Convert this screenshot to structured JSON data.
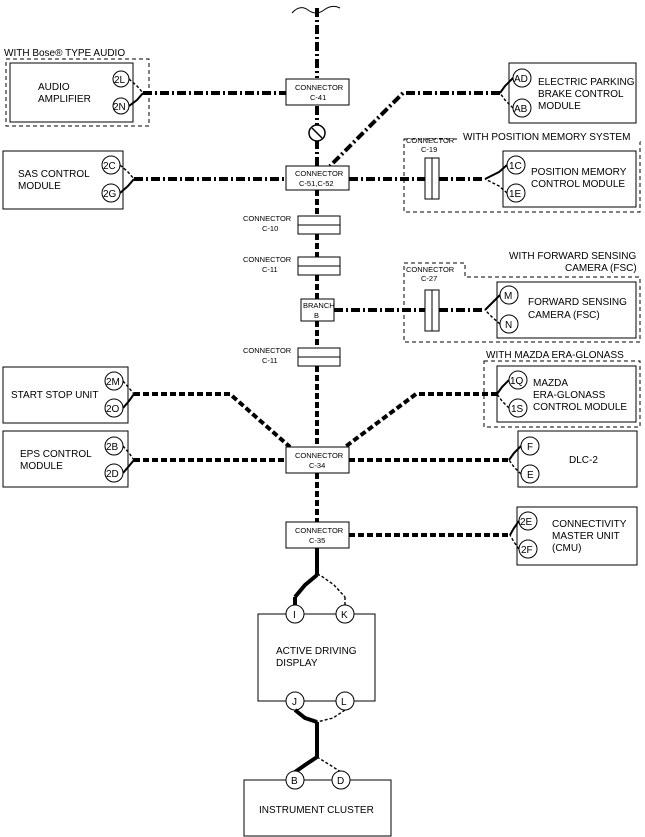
{
  "labels": {
    "bose_group": "WITH Bose® TYPE AUDIO",
    "audio_amp_1": "AUDIO",
    "audio_amp_2": "AMPLIFIER",
    "conn_c41_1": "CONNECTOR",
    "conn_c41_2": "C-41",
    "epb_1": "ELECTRIC PARKING",
    "epb_2": "BRAKE CONTROL",
    "epb_3": "MODULE",
    "pos_mem_group": "WITH POSITION MEMORY SYSTEM",
    "conn_c19_1": "CONNECTOR",
    "conn_c19_2": "C-19",
    "pos_mem_1": "POSITION MEMORY",
    "pos_mem_2": "CONTROL MODULE",
    "sas_1": "SAS CONTROL",
    "sas_2": "MODULE",
    "conn_c51_1": "CONNECTOR",
    "conn_c51_2": "C-51,C-52",
    "conn_c10_1": "CONNECTOR",
    "conn_c10_2": "C-10",
    "conn_c11a_1": "CONNECTOR",
    "conn_c11a_2": "C-11",
    "fsc_group_1": "WITH FORWARD SENSING",
    "fsc_group_2": "CAMERA (FSC)",
    "conn_c27_1": "CONNECTOR",
    "conn_c27_2": "C-27",
    "branch_1": "BRANCH",
    "branch_2": "B",
    "fsc_1": "FORWARD SENSING",
    "fsc_2": "CAMERA (FSC)",
    "conn_c11b_1": "CONNECTOR",
    "conn_c11b_2": "C-11",
    "era_group": "WITH MAZDA ERA-GLONASS",
    "era_1": "MAZDA",
    "era_2": "ERA-GLONASS",
    "era_3": "CONTROL MODULE",
    "start_stop": "START STOP UNIT",
    "eps_1": "EPS CONTROL",
    "eps_2": "MODULE",
    "conn_c34_1": "CONNECTOR",
    "conn_c34_2": "C-34",
    "dlc2": "DLC-2",
    "conn_c35_1": "CONNECTOR",
    "conn_c35_2": "C-35",
    "cmu_1": "CONNECTIVITY",
    "cmu_2": "MASTER UNIT",
    "cmu_3": "(CMU)",
    "adu_1": "ACTIVE DRIVING",
    "adu_2": "DISPLAY",
    "cluster": "INSTRUMENT CLUSTER"
  },
  "pins": {
    "audio_a": "2L",
    "audio_b": "2N",
    "epb_a": "AD",
    "epb_b": "AB",
    "sas_a": "2C",
    "sas_b": "2G",
    "pos_a": "1C",
    "pos_b": "1E",
    "fsc_a": "M",
    "fsc_b": "N",
    "era_a": "1Q",
    "era_b": "1S",
    "ss_a": "2M",
    "ss_b": "2O",
    "eps_a": "2B",
    "eps_b": "2D",
    "dlc_a": "F",
    "dlc_b": "E",
    "cmu_a": "2E",
    "cmu_b": "2F",
    "adu_i": "I",
    "adu_k": "K",
    "adu_j": "J",
    "adu_l": "L",
    "cl_b": "B",
    "cl_d": "D"
  },
  "icons": {
    "terminator": "no-entry-icon",
    "break": "wavy-break-icon"
  }
}
